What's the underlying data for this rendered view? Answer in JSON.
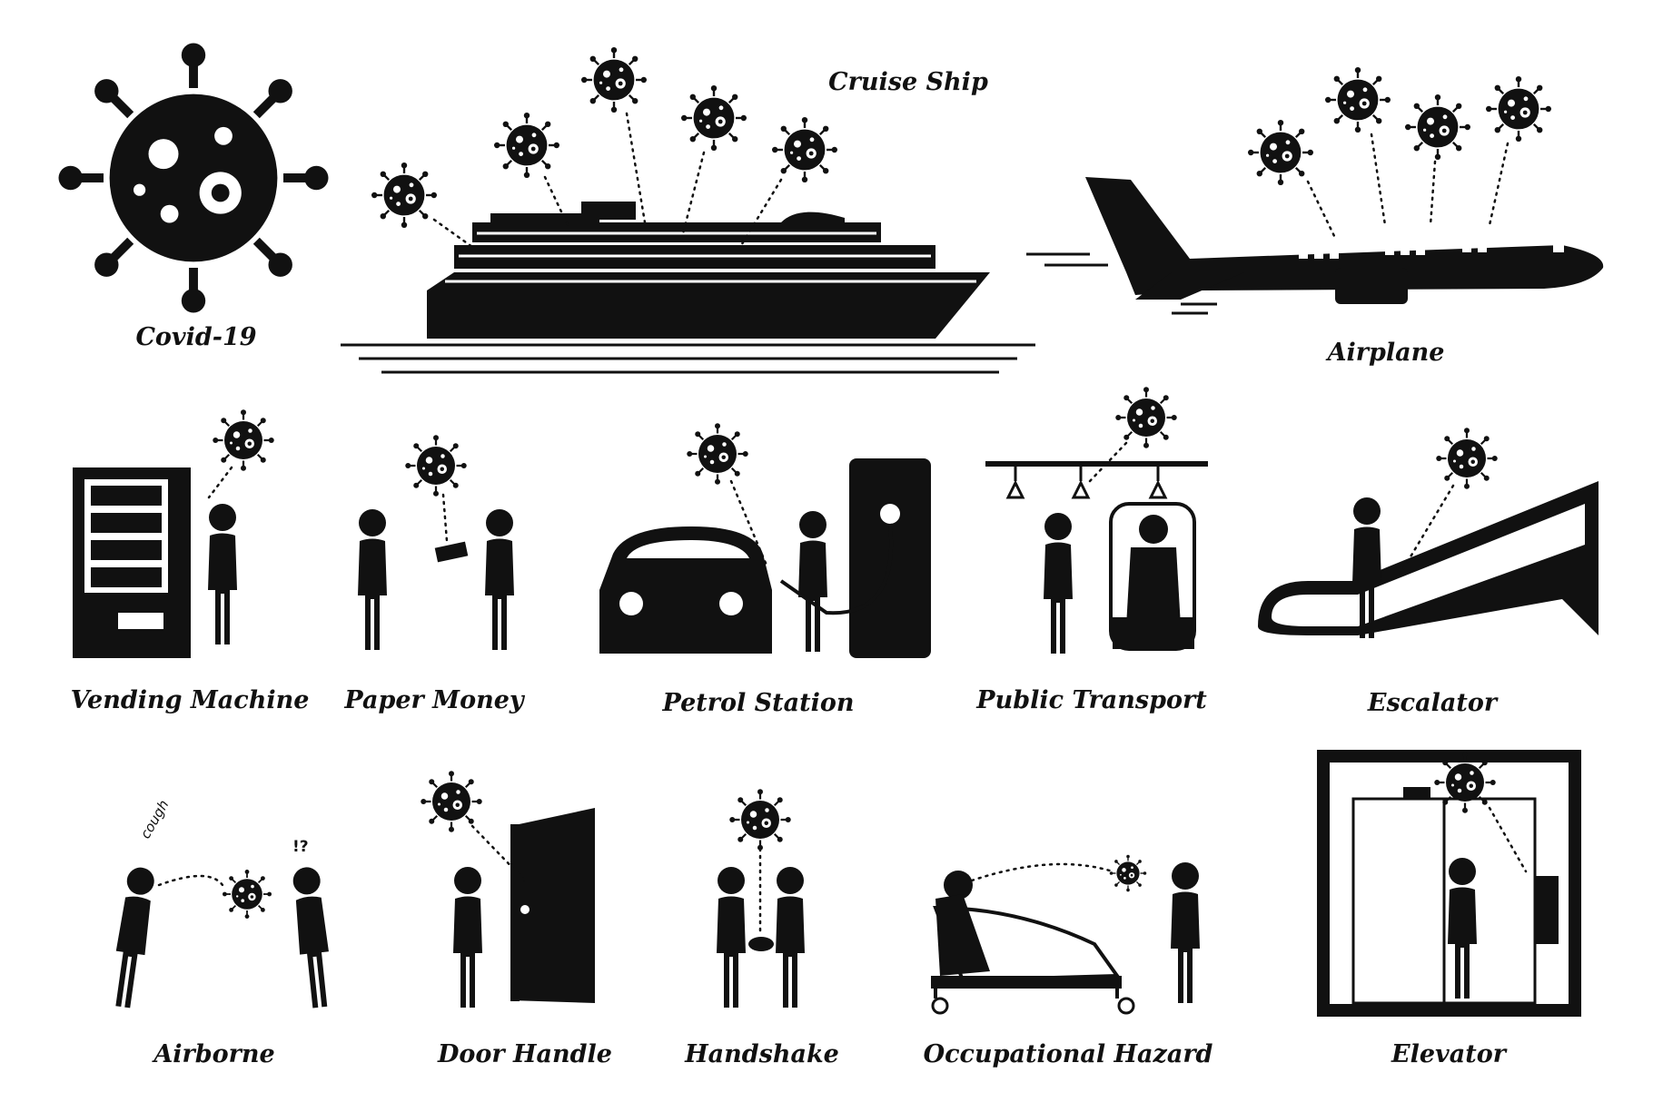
{
  "colors": {
    "ink": "#111111",
    "background": "#ffffff"
  },
  "labels": {
    "covid": "Covid-19",
    "cruise_ship": "Cruise Ship",
    "airplane": "Airplane",
    "vending_machine": "Vending Machine",
    "paper_money": "Paper Money",
    "petrol_station": "Petrol Station",
    "public_transport": "Public Transport",
    "escalator": "Escalator",
    "airborne": "Airborne",
    "door_handle": "Door Handle",
    "handshake": "Handshake",
    "occupational_hazard": "Occupational Hazard",
    "elevator": "Elevator"
  },
  "annotations": {
    "cough": "cough",
    "surprise": "!?"
  }
}
